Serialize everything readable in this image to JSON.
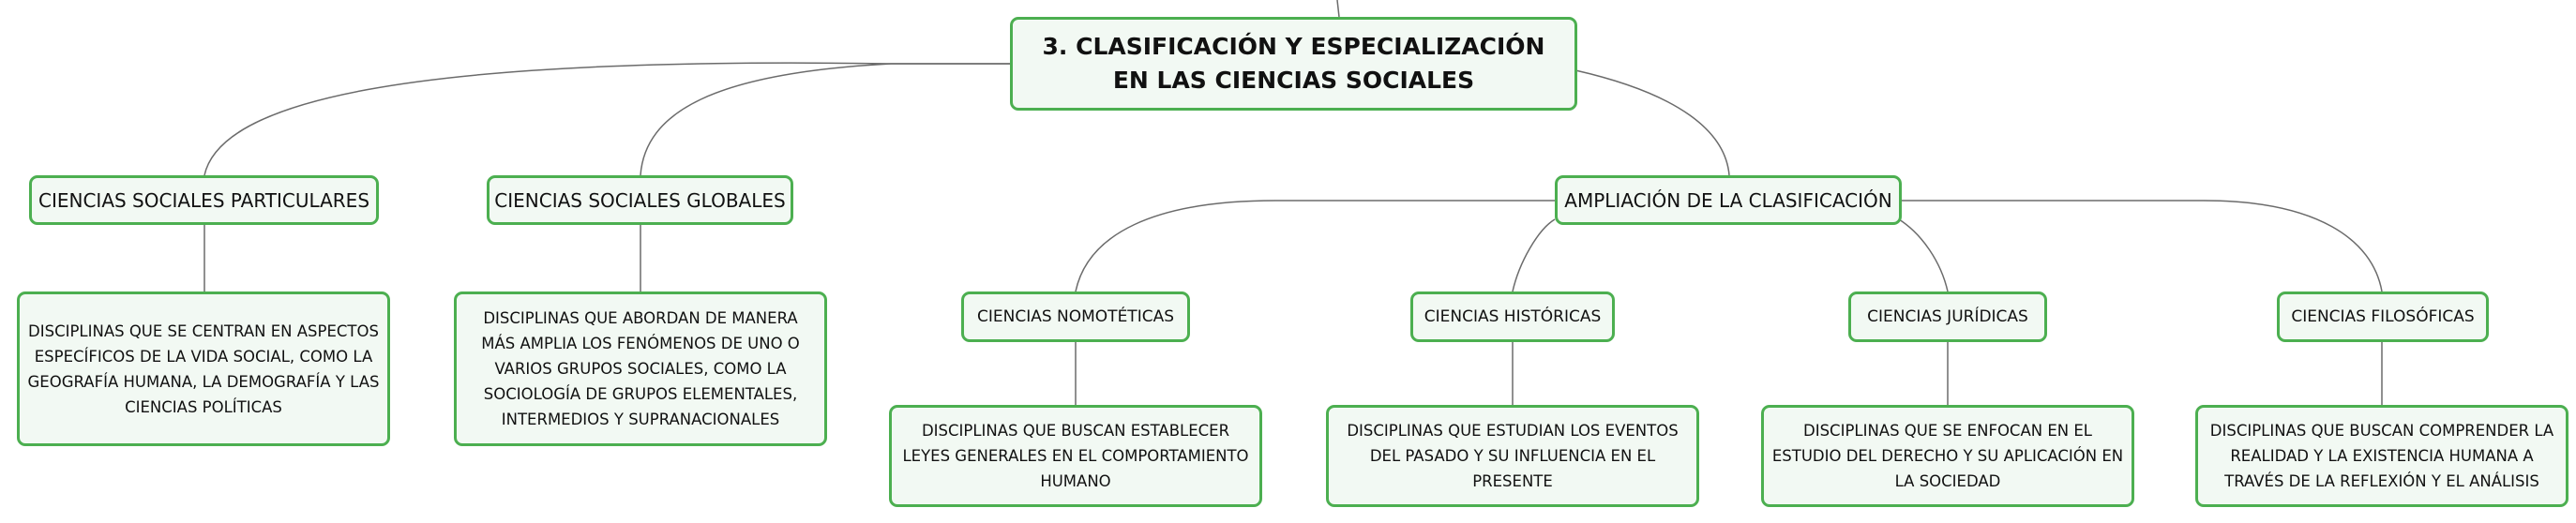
{
  "root": {
    "title": "3. CLASIFICACIÓN Y ESPECIALIZACIÓN EN LAS CIENCIAS SOCIALES"
  },
  "branches": [
    {
      "label": "CIENCIAS SOCIALES PARTICULARES",
      "description": "DISCIPLINAS QUE SE CENTRAN EN ASPECTOS ESPECÍFICOS DE LA VIDA SOCIAL, COMO LA GEOGRAFÍA HUMANA, LA DEMOGRAFÍA Y LAS CIENCIAS POLÍTICAS"
    },
    {
      "label": "CIENCIAS SOCIALES GLOBALES",
      "description": "DISCIPLINAS QUE ABORDAN DE MANERA MÁS AMPLIA LOS FENÓMENOS DE UNO O VARIOS GRUPOS SOCIALES, COMO LA SOCIOLOGÍA DE GRUPOS ELEMENTALES, INTERMEDIOS Y SUPRANACIONALES"
    },
    {
      "label": "AMPLIACIÓN DE LA CLASIFICACIÓN",
      "children": [
        {
          "label": "CIENCIAS NOMOTÉTICAS",
          "description": "DISCIPLINAS QUE BUSCAN ESTABLECER LEYES GENERALES EN EL COMPORTAMIENTO HUMANO"
        },
        {
          "label": "CIENCIAS HISTÓRICAS",
          "description": "DISCIPLINAS QUE ESTUDIAN LOS EVENTOS DEL PASADO Y SU INFLUENCIA EN EL PRESENTE"
        },
        {
          "label": "CIENCIAS JURÍDICAS",
          "description": "DISCIPLINAS QUE SE ENFOCAN EN EL ESTUDIO DEL DERECHO Y SU APLICACIÓN EN LA SOCIEDAD"
        },
        {
          "label": "CIENCIAS FILOSÓFICAS",
          "description": "DISCIPLINAS QUE BUSCAN COMPRENDER LA REALIDAD Y LA EXISTENCIA HUMANA A TRAVÉS DE LA REFLEXIÓN Y EL ANÁLISIS"
        }
      ]
    }
  ]
}
